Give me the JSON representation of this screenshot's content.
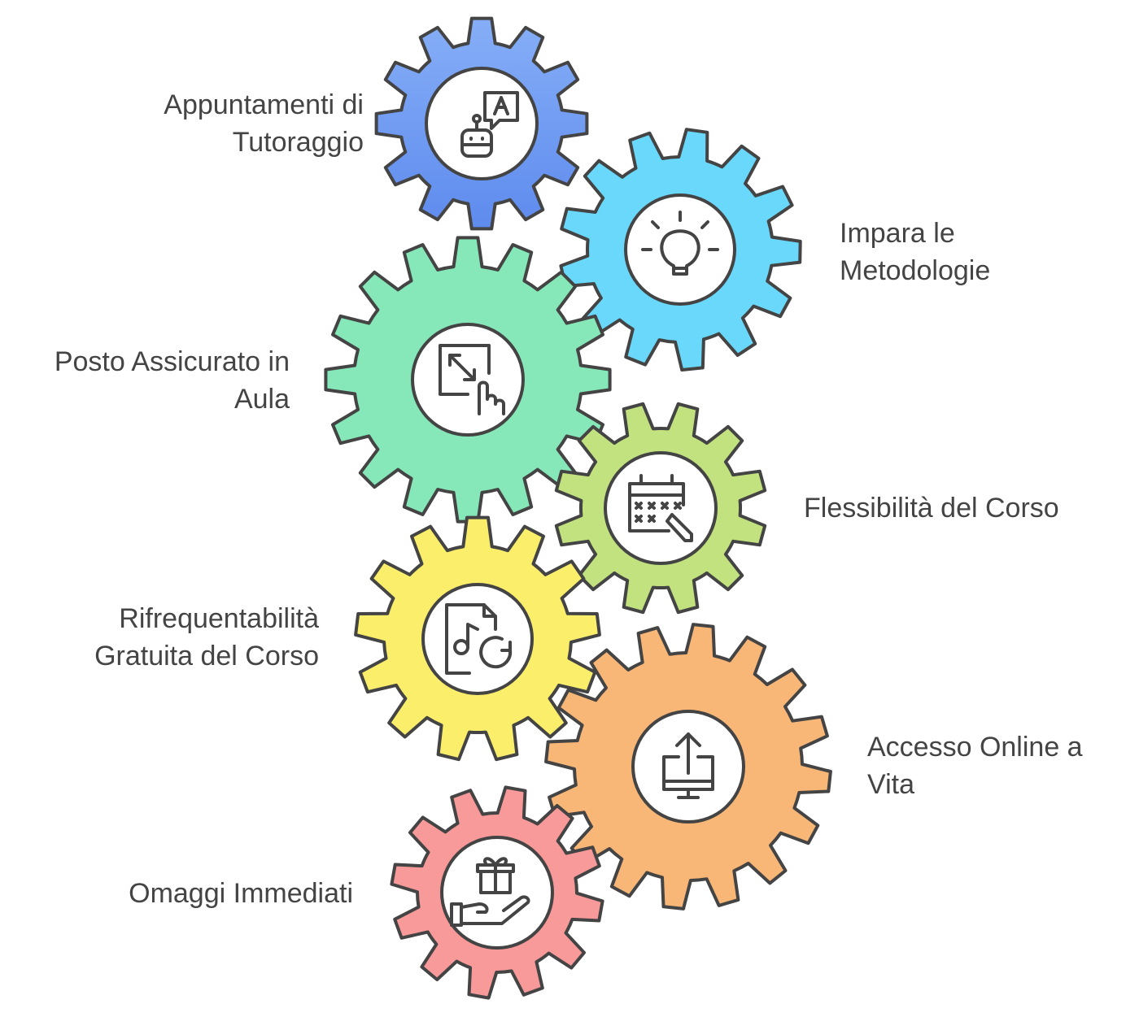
{
  "diagram": {
    "stroke_color": "#444444",
    "hub_fill": "#ffffff",
    "gears": [
      {
        "id": "tutoring",
        "icon": "robot-chat-icon",
        "color": "#7BA6F5",
        "color_dark": "#5C88EE",
        "label_lines": [
          "Appuntamenti di",
          "Tutoraggio"
        ]
      },
      {
        "id": "methods",
        "icon": "lightbulb-icon",
        "color": "#69D8FB",
        "color_dark": "#69D8FB",
        "label_lines": [
          "Impara le",
          "Metodologie"
        ]
      },
      {
        "id": "seat",
        "icon": "expand-touch-icon",
        "color": "#86E8B9",
        "color_dark": "#86E8B9",
        "label_lines": [
          "Posto Assicurato in",
          "Aula"
        ]
      },
      {
        "id": "flex",
        "icon": "calendar-edit-icon",
        "color": "#C2E27F",
        "color_dark": "#C2E27F",
        "label_lines": [
          "Flessibilità del Corso"
        ]
      },
      {
        "id": "repeat",
        "icon": "music-file-refresh-icon",
        "color": "#FBEE6B",
        "color_dark": "#FBEE6B",
        "label_lines": [
          "Rifrequentabilità",
          "Gratuita del Corso"
        ]
      },
      {
        "id": "online",
        "icon": "monitor-upload-icon",
        "color": "#F8B677",
        "color_dark": "#F8B677",
        "label_lines": [
          "Accesso Online a",
          "Vita"
        ]
      },
      {
        "id": "gifts",
        "icon": "gift-hand-icon",
        "color": "#F89A99",
        "color_dark": "#F89A99",
        "label_lines": [
          "Omaggi Immediati"
        ]
      }
    ]
  }
}
